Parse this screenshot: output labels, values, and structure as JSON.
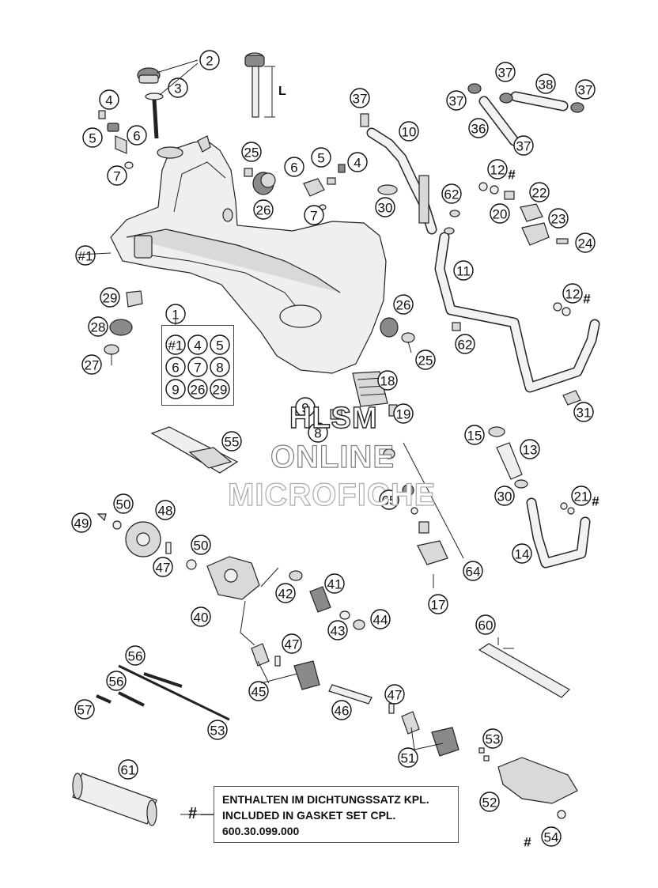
{
  "diagram": {
    "dimension_label": "L",
    "note": {
      "marker": "#",
      "lines": [
        "ENTHALTEN IM DICHTUNGSSATZ KPL.",
        "INCLUDED IN GASKET SET CPL.",
        "600.30.099.000"
      ]
    },
    "watermark": [
      "HLSM",
      "ONLINE",
      "MICROFICHE"
    ],
    "kit_contents": [
      "#1",
      "4",
      "5",
      "6",
      "7",
      "8",
      "9",
      "26",
      "29"
    ],
    "callouts": [
      {
        "label": "2",
        "hash": false
      },
      {
        "label": "3",
        "hash": false
      },
      {
        "label": "4",
        "hash": false
      },
      {
        "label": "5",
        "hash": false
      },
      {
        "label": "6",
        "hash": false
      },
      {
        "label": "7",
        "hash": false
      },
      {
        "label": "25",
        "hash": false
      },
      {
        "label": "26",
        "hash": false
      },
      {
        "label": "6",
        "hash": false
      },
      {
        "label": "5",
        "hash": false
      },
      {
        "label": "4",
        "hash": false
      },
      {
        "label": "7",
        "hash": false
      },
      {
        "label": "#1",
        "hash": false
      },
      {
        "label": "37",
        "hash": false
      },
      {
        "label": "10",
        "hash": false
      },
      {
        "label": "30",
        "hash": false
      },
      {
        "label": "62",
        "hash": false
      },
      {
        "label": "37",
        "hash": false
      },
      {
        "label": "38",
        "hash": false
      },
      {
        "label": "37",
        "hash": false
      },
      {
        "label": "37",
        "hash": false
      },
      {
        "label": "36",
        "hash": false
      },
      {
        "label": "37",
        "hash": false
      },
      {
        "label": "12",
        "hash": true
      },
      {
        "label": "22",
        "hash": false
      },
      {
        "label": "20",
        "hash": false
      },
      {
        "label": "23",
        "hash": false
      },
      {
        "label": "24",
        "hash": false
      },
      {
        "label": "11",
        "hash": false
      },
      {
        "label": "12",
        "hash": true
      },
      {
        "label": "29",
        "hash": false
      },
      {
        "label": "1",
        "hash": false
      },
      {
        "label": "28",
        "hash": false
      },
      {
        "label": "27",
        "hash": false
      },
      {
        "label": "26",
        "hash": false
      },
      {
        "label": "25",
        "hash": false
      },
      {
        "label": "62",
        "hash": false
      },
      {
        "label": "31",
        "hash": false
      },
      {
        "label": "18",
        "hash": false
      },
      {
        "label": "9",
        "hash": false
      },
      {
        "label": "8",
        "hash": false
      },
      {
        "label": "19",
        "hash": false
      },
      {
        "label": "55",
        "hash": false
      },
      {
        "label": "15",
        "hash": false
      },
      {
        "label": "13",
        "hash": false
      },
      {
        "label": "30",
        "hash": false
      },
      {
        "label": "21",
        "hash": true
      },
      {
        "label": "14",
        "hash": false
      },
      {
        "label": "65",
        "hash": false
      },
      {
        "label": "64",
        "hash": false
      },
      {
        "label": "17",
        "hash": false
      },
      {
        "label": "50",
        "hash": false
      },
      {
        "label": "48",
        "hash": false
      },
      {
        "label": "49",
        "hash": false
      },
      {
        "label": "50",
        "hash": false
      },
      {
        "label": "47",
        "hash": false
      },
      {
        "label": "41",
        "hash": false
      },
      {
        "label": "42",
        "hash": false
      },
      {
        "label": "40",
        "hash": false
      },
      {
        "label": "43",
        "hash": false
      },
      {
        "label": "44",
        "hash": false
      },
      {
        "label": "47",
        "hash": false
      },
      {
        "label": "45",
        "hash": false
      },
      {
        "label": "56",
        "hash": false
      },
      {
        "label": "56",
        "hash": false
      },
      {
        "label": "57",
        "hash": false
      },
      {
        "label": "53",
        "hash": false
      },
      {
        "label": "46",
        "hash": false
      },
      {
        "label": "47",
        "hash": false
      },
      {
        "label": "60",
        "hash": false
      },
      {
        "label": "53",
        "hash": false
      },
      {
        "label": "51",
        "hash": false
      },
      {
        "label": "61",
        "hash": false
      },
      {
        "label": "52",
        "hash": false
      },
      {
        "label": "54",
        "hash": true
      }
    ]
  }
}
